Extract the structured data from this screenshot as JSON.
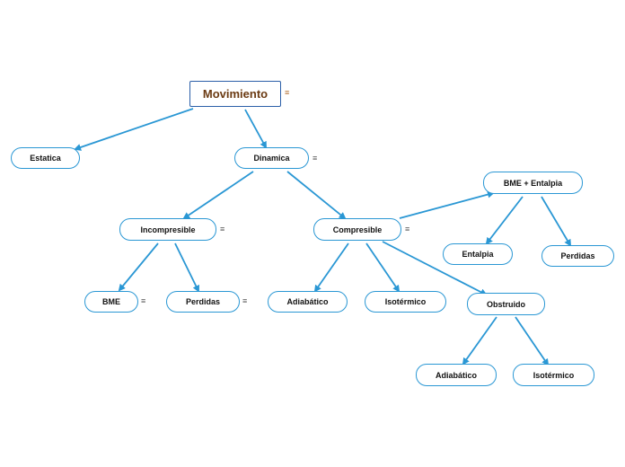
{
  "colors": {
    "edge": "#2a97d4",
    "node_border": "#2a97d4",
    "root_border": "#2b5fa8",
    "root_text": "#6b3a12",
    "text": "#111111"
  },
  "note_icon": "≡",
  "nodes": {
    "movimiento": "Movimiento",
    "estatica": "Estatica",
    "dinamica": "Dinamica",
    "incompresible": "Incompresible",
    "compresible": "Compresible",
    "bme_entalpia": "BME + Entalpia",
    "entalpia": "Entalpia",
    "perdidas_bme": "Perdidas",
    "bme": "BME",
    "perdidas": "Perdidas",
    "adiabatico": "Adiabático",
    "isotermico": "Isotérmico",
    "obstruido": "Obstruido",
    "adiabatico_2": "Adiabático",
    "isotermico_2": "Isotérmico"
  }
}
